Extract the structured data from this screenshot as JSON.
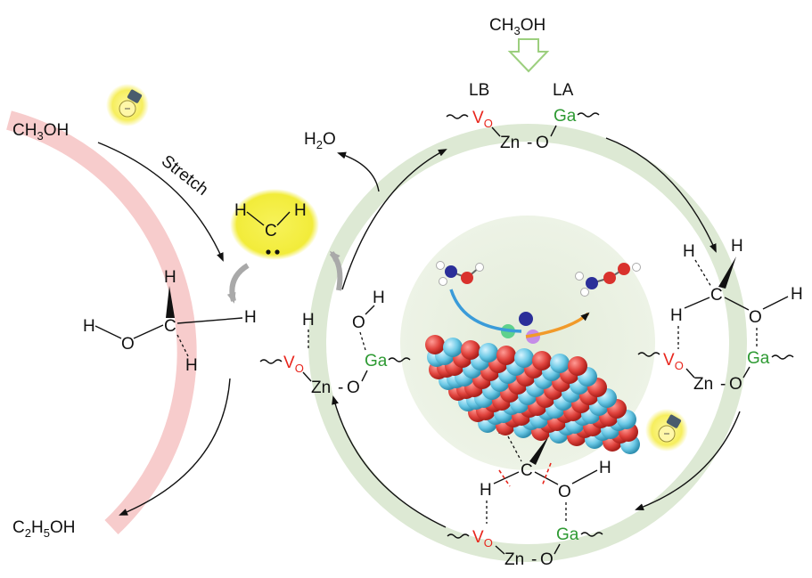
{
  "left_cycle": {
    "reactant": "CH",
    "reactant_sub": "3",
    "reactant_tail": "OH",
    "stretch_label": "Stretch",
    "carbene": {
      "h": "H",
      "c": "C"
    },
    "intermediate": {
      "h": "H",
      "o": "O",
      "c": "C"
    },
    "product_c": "C",
    "product_sub1": "2",
    "product_h": "H",
    "product_sub2": "5",
    "product_tail": "OH"
  },
  "right_cycle": {
    "feed": "CH",
    "feed_sub": "3",
    "feed_tail": "OH",
    "water": "H",
    "water_sub": "2",
    "water_tail": "O",
    "lb": "LB",
    "la": "LA",
    "site": {
      "v": "V",
      "v_sub": "O",
      "zn": "Zn",
      "o": "O",
      "ga": "Ga",
      "h": "H",
      "c": "C",
      "dash": "-"
    }
  },
  "colors": {
    "left_ring": "#f6c3c3",
    "right_ring": "#dde9d4",
    "vo": "#e8251c",
    "ga": "#2e9a33",
    "feed_arrow": "#9ccf7e",
    "carbene_glow": "#f2ec3a",
    "o_atom": "#e0433d",
    "zn_atom": "#6cc9e6"
  },
  "icons": [
    "lightbulb-icon",
    "feed-arrow-icon",
    "catalyst-slab"
  ]
}
